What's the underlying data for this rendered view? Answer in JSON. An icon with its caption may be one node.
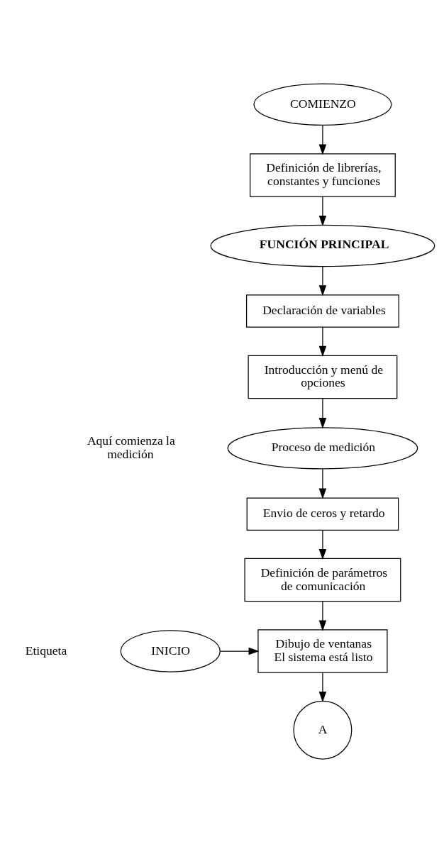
{
  "diagram": {
    "nodes": [
      {
        "text": [
          "COMIENZO"
        ]
      },
      {
        "text": [
          "Definición de librerías, constantes y funciones"
        ]
      },
      {
        "text": [
          "FUNCIÓN PRINCIPAL"
        ]
      },
      {
        "text": [
          "Declaración de variables"
        ]
      },
      {
        "text": [
          "Introducción y menú de opciones"
        ]
      },
      {
        "text": [
          "Proceso de medición"
        ]
      },
      {
        "text": [
          "Envio de ceros y retardo"
        ]
      },
      {
        "text": [
          "Definición de parámetros de comunicación"
        ]
      },
      {
        "text": [
          "INICIO"
        ]
      },
      {
        "text": [
          "Dibujo de ventanas",
          "El sistema está listo"
        ]
      },
      {
        "text": [
          "A"
        ]
      }
    ],
    "edges": [
      {
        "from": 0,
        "to": 1,
        "arrow": "to"
      },
      {
        "from": 1,
        "to": 2,
        "arrow": "to"
      },
      {
        "from": 2,
        "to": 3,
        "arrow": "to"
      },
      {
        "from": 3,
        "to": 4,
        "arrow": "to"
      },
      {
        "from": 4,
        "to": 5,
        "arrow": "to"
      },
      {
        "from": 5,
        "to": 6,
        "arrow": "to"
      },
      {
        "from": 6,
        "to": 7,
        "arrow": "to"
      },
      {
        "from": 7,
        "to": 9,
        "arrow": "to"
      },
      {
        "from": 8,
        "to": 9,
        "arrow": "to"
      },
      {
        "from": 9,
        "to": 10,
        "arrow": "to"
      }
    ],
    "labels": [
      "Aquí comienza la medición",
      "Etiqueta"
    ]
  }
}
